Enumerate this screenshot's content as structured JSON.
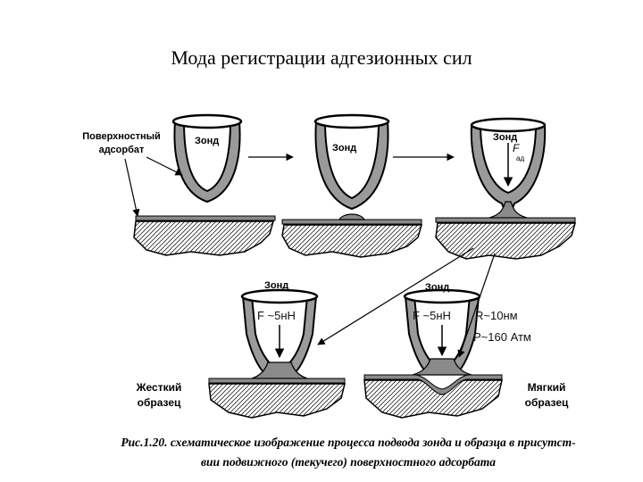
{
  "title": "Мода регистрации адгезионных сил",
  "labels": {
    "adsorbate_line1": "Поверхностный",
    "adsorbate_line2": "адсорбат",
    "probe": "Зонд",
    "force_symbol": "F",
    "force_sub": "ад",
    "hard_line1": "Жесткий",
    "hard_line2": "образец",
    "soft_line1": "Мягкий",
    "soft_line2": "образец"
  },
  "readouts": {
    "hard_force": "F  ~5нН",
    "soft_force": "F  ~5нН",
    "radius": "R~10нм",
    "pressure": "P~160 Атм"
  },
  "caption": {
    "line1": "Рис.1.20. схематическое изображение процесса подвода зонда и образца в присутст-",
    "line2": "вии подвижного (текучего) поверхностного адсорбата"
  }
}
